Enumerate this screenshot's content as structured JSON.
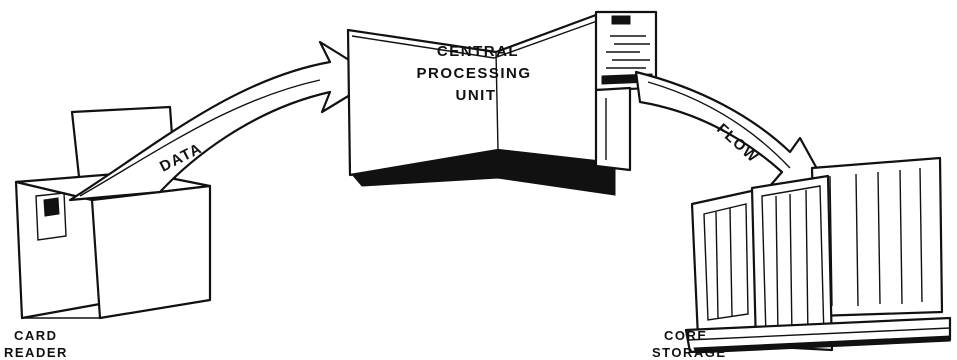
{
  "diagram": {
    "units": {
      "card_reader": {
        "line1": "CARD",
        "line2": "READER"
      },
      "cpu": {
        "line1": "CENTRAL",
        "line2": "PROCESSING",
        "line3": "UNIT"
      },
      "core_storage": {
        "line1": "CORE",
        "line2": "STORAGE"
      }
    },
    "arrows": {
      "left": {
        "label": "DATA"
      },
      "right": {
        "label": "FLOW"
      }
    }
  }
}
